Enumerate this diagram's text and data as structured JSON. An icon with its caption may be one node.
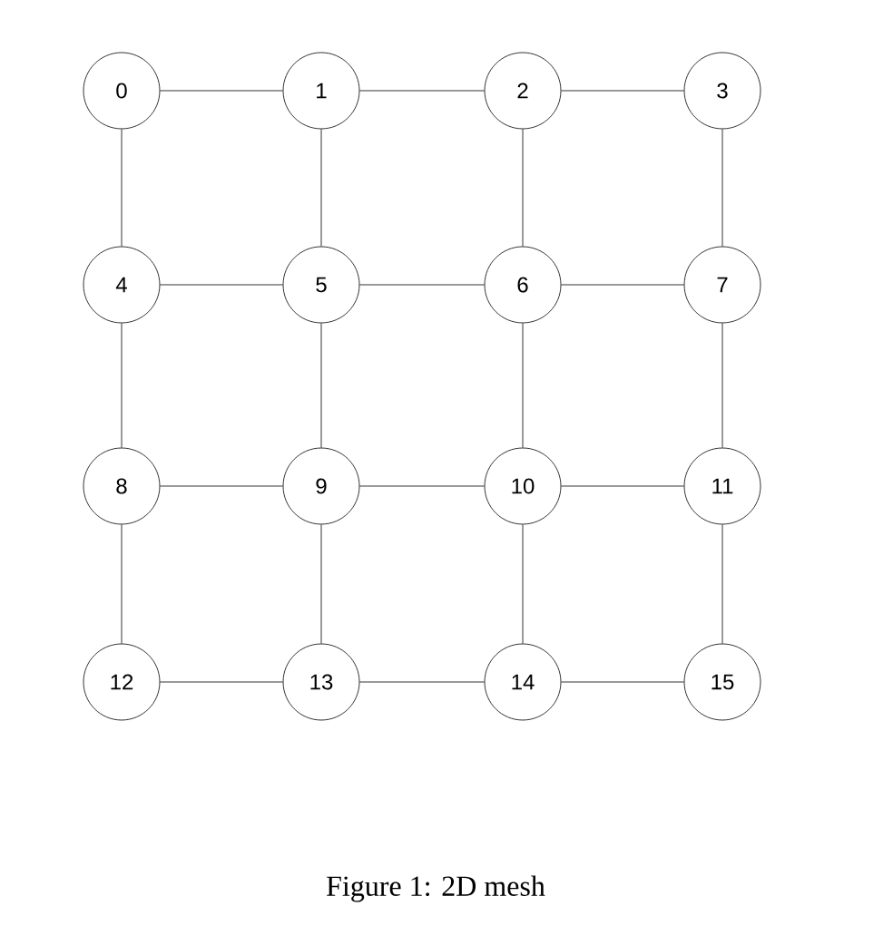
{
  "diagram": {
    "caption": "Figure 1: 2D mesh",
    "nodes": [
      {
        "text": [
          "0"
        ]
      },
      {
        "text": [
          "1"
        ]
      },
      {
        "text": [
          "2"
        ]
      },
      {
        "text": [
          "3"
        ]
      },
      {
        "text": [
          "4"
        ]
      },
      {
        "text": [
          "5"
        ]
      },
      {
        "text": [
          "6"
        ]
      },
      {
        "text": [
          "7"
        ]
      },
      {
        "text": [
          "8"
        ]
      },
      {
        "text": [
          "9"
        ]
      },
      {
        "text": [
          "10"
        ]
      },
      {
        "text": [
          "11"
        ]
      },
      {
        "text": [
          "12"
        ]
      },
      {
        "text": [
          "13"
        ]
      },
      {
        "text": [
          "14"
        ]
      },
      {
        "text": [
          "15"
        ]
      }
    ],
    "edges": [
      {
        "from": 0,
        "to": 1,
        "arrow": "none"
      },
      {
        "from": 1,
        "to": 2,
        "arrow": "none"
      },
      {
        "from": 2,
        "to": 3,
        "arrow": "none"
      },
      {
        "from": 0,
        "to": 4,
        "arrow": "none"
      },
      {
        "from": 1,
        "to": 5,
        "arrow": "none"
      },
      {
        "from": 2,
        "to": 6,
        "arrow": "none"
      },
      {
        "from": 3,
        "to": 7,
        "arrow": "none"
      },
      {
        "from": 4,
        "to": 5,
        "arrow": "none"
      },
      {
        "from": 5,
        "to": 6,
        "arrow": "none"
      },
      {
        "from": 6,
        "to": 7,
        "arrow": "none"
      },
      {
        "from": 4,
        "to": 8,
        "arrow": "none"
      },
      {
        "from": 5,
        "to": 9,
        "arrow": "none"
      },
      {
        "from": 6,
        "to": 10,
        "arrow": "none"
      },
      {
        "from": 7,
        "to": 11,
        "arrow": "none"
      },
      {
        "from": 8,
        "to": 9,
        "arrow": "none"
      },
      {
        "from": 9,
        "to": 10,
        "arrow": "none"
      },
      {
        "from": 10,
        "to": 11,
        "arrow": "none"
      },
      {
        "from": 8,
        "to": 12,
        "arrow": "none"
      },
      {
        "from": 9,
        "to": 13,
        "arrow": "none"
      },
      {
        "from": 10,
        "to": 14,
        "arrow": "none"
      },
      {
        "from": 11,
        "to": 15,
        "arrow": "none"
      },
      {
        "from": 12,
        "to": 13,
        "arrow": "none"
      },
      {
        "from": 13,
        "to": 14,
        "arrow": "none"
      },
      {
        "from": 14,
        "to": 15,
        "arrow": "none"
      }
    ]
  }
}
